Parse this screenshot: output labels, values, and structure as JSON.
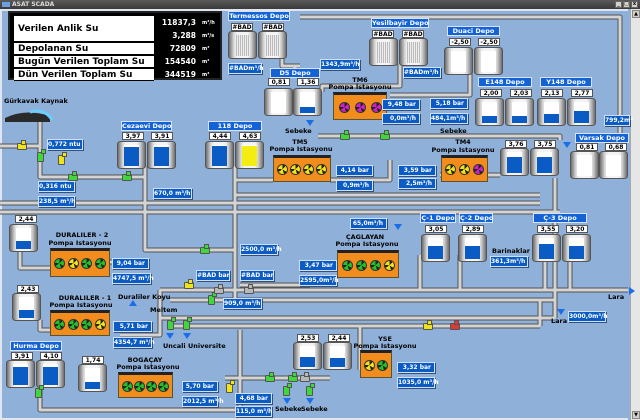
{
  "window": {
    "title": "ASAT SCADA"
  },
  "summary": {
    "rows": [
      {
        "label": "Verilen Anlik Su",
        "value": "11837,3",
        "unit": "m³/h",
        "value2": "3,288",
        "unit2": "m³/s"
      },
      {
        "label": "Depolanan Su",
        "value": "72809",
        "unit": "m³"
      },
      {
        "label": "Bugün Verilen Toplam Su",
        "value": "154540",
        "unit": "m³"
      },
      {
        "label": "Dün Verilen Toplam Su",
        "value": "344519",
        "unit": "m³"
      }
    ]
  },
  "depots": {
    "termessos": {
      "name": "Termessos Depo",
      "values": [
        "#BAD",
        "#BAD"
      ],
      "fills": [
        null,
        null
      ],
      "flow": "#BADm³/h"
    },
    "d5": {
      "name": "D5 Depo",
      "values": [
        "0,81",
        "1,36"
      ],
      "fills": [
        0,
        0.3
      ]
    },
    "yesilbayir": {
      "name": "Yesilbayir Depo",
      "values": [
        "#BAD",
        "#BAD"
      ],
      "fills": [
        null,
        null
      ],
      "flow": "#BADm³/h"
    },
    "duaci": {
      "name": "Duaci Depo",
      "values": [
        "-2,50",
        "-2,50"
      ],
      "fills": [
        0,
        0
      ]
    },
    "e148": {
      "name": "E148 Depo",
      "values": [
        "2,00",
        "2,03"
      ],
      "fills": [
        0.35,
        0.35
      ]
    },
    "y148": {
      "name": "Y148 Depo",
      "values": [
        "2,13",
        "2,77"
      ],
      "fills": [
        0.45,
        0.55
      ]
    },
    "varsak": {
      "name": "Varsak Depo",
      "values": [
        "0,81",
        "0,68"
      ],
      "fills": [
        0,
        0
      ]
    },
    "cezaevi": {
      "name": "Cezaevi Depo",
      "values": [
        "3,97",
        "3,91"
      ],
      "fills": [
        0.9,
        0.9
      ]
    },
    "d118": {
      "name": "118 Depo",
      "values": [
        "4,44",
        "4,63"
      ],
      "fills": [
        0.95,
        0.95
      ]
    },
    "tm4tanks": {
      "values": [
        "3,76",
        "3,75"
      ],
      "fills": [
        0.75,
        0.75
      ]
    },
    "c1": {
      "name": "Ç-1 Depo",
      "values": [
        "3,05"
      ],
      "fills": [
        0.6
      ]
    },
    "c2": {
      "name": "Ç-2 Depo",
      "values": [
        "2,89"
      ],
      "fills": [
        0.6
      ]
    },
    "c3": {
      "name": "Ç-3 Depo",
      "values": [
        "3,55",
        "3,20"
      ],
      "fills": [
        0.7,
        0.6
      ]
    },
    "dur2tank": {
      "values": [
        "2,44"
      ],
      "fills": [
        0.4
      ]
    },
    "dur1tank": {
      "values": [
        "2,43"
      ],
      "fills": [
        0.4
      ]
    },
    "hurma": {
      "name": "Hurma Depo",
      "values": [
        "3,91",
        "4,10"
      ],
      "fills": [
        0.85,
        0.85
      ]
    },
    "bogtank": {
      "values": [
        "1,74"
      ],
      "fills": [
        0.35
      ]
    },
    "ysetanks": {
      "values": [
        "2,53",
        "2,44"
      ],
      "fills": [
        0.5,
        0.45
      ]
    }
  },
  "stations": {
    "tm6": {
      "name": "TM6",
      "sub": "Pompa İstasyonu",
      "pumps": [
        "magenta",
        "magenta",
        "magenta"
      ],
      "pressure": "9,48 bar",
      "flow": "0,0m³/h"
    },
    "tm5": {
      "name": "TM5",
      "sub": "Pompa Istasyonu",
      "pumps": [
        "yellow",
        "yellow",
        "yellow",
        "yellow"
      ],
      "pressure": "4,14  bar",
      "flow": "0,9m³/h"
    },
    "tm4": {
      "name": "TM4",
      "sub": "Pompa Istasyonu",
      "pumps": [
        "yellow",
        "yellow",
        "magenta"
      ],
      "pressure": "3,59  bar",
      "flow": "2,5m³/h"
    },
    "caglayan": {
      "name": "ÇAGLAYAN",
      "sub": "Pompa Istasyonu",
      "pumps": [
        "green",
        "green",
        "green",
        "yellow"
      ],
      "pressure": "3,47  bar",
      "flow": "2595,0m³/h"
    },
    "dur2": {
      "name": "DURALILER - 2",
      "sub": "Pompa Istasyonu",
      "pumps": [
        "green",
        "yellow",
        "green",
        "green"
      ],
      "pressure": "9,04  bar",
      "flow": "4747,5 m³/h"
    },
    "dur1": {
      "name": "DURALILER - 1",
      "sub": "Pompa Istasyonu",
      "pumps": [
        "green",
        "green",
        "green",
        "yellow"
      ],
      "pressure": "5,71  bar",
      "flow": "4354,7 m³/h"
    },
    "bogacay": {
      "name": "BOGAÇAY",
      "sub": "Pompa Istasyonu",
      "pumps": [
        "green",
        "green",
        "green",
        "green"
      ],
      "pressure": "5,70  bar",
      "flow": "2012,5 m³/h"
    },
    "yse": {
      "name": "YSE",
      "sub": "Pompa Istasyonu",
      "pumps": [
        "yellow",
        "green"
      ],
      "pressure": "3,32  bar",
      "flow": "1035,0 m³/h"
    }
  },
  "readings": {
    "d5_flow": "1343,9m³/h",
    "e148_pressure": "5,18 bar",
    "e148_flow": "484,1m³/h",
    "y148_flow": "799,2m³",
    "ntu1": "0,772  ntu",
    "ntu2": "0,316  ntu",
    "source_flow": "238,5 m³/h",
    "cezaevi_flow": "670,0 m³/h",
    "c_flow": "65,0m³/h",
    "barinaklar_flow": "361,3m³/h",
    "lara_flow": "3000,0m³/h",
    "d118_flow": "2500,0 m³/h",
    "bad_bar1": "#BAD bar",
    "bad_bar2": "#BAD bar",
    "meltem_flow": "909,0 m³/h",
    "bog_pressure2": "4,68  bar",
    "bog_flow2": "115,0 m³/h"
  },
  "places": {
    "gurkavak": "Gürkavak Kaynak",
    "sebeke": "Sebeke",
    "barinaklar": "Barinaklar",
    "lara": "Lara",
    "duraliler_koyu": "Duraliler Koyu",
    "meltem": "Meltem",
    "uncali": "Uncali",
    "universite": "Universite"
  },
  "colors": {
    "pump": {
      "green": "#22c02a",
      "yellow": "#f0e418",
      "magenta": "#d020c8"
    },
    "tank_fill": "#0a5cc4",
    "label_bg": "#1463d6",
    "background": "#8fb0d8"
  },
  "valves": [
    "yellow",
    "green",
    "yellow",
    "green",
    "green",
    "green",
    "green",
    "green",
    "green",
    "yellow",
    "gray",
    "gray",
    "green",
    "green",
    "green",
    "green",
    "yellow",
    "green",
    "green",
    "green",
    "gray",
    "yellow",
    "red"
  ]
}
